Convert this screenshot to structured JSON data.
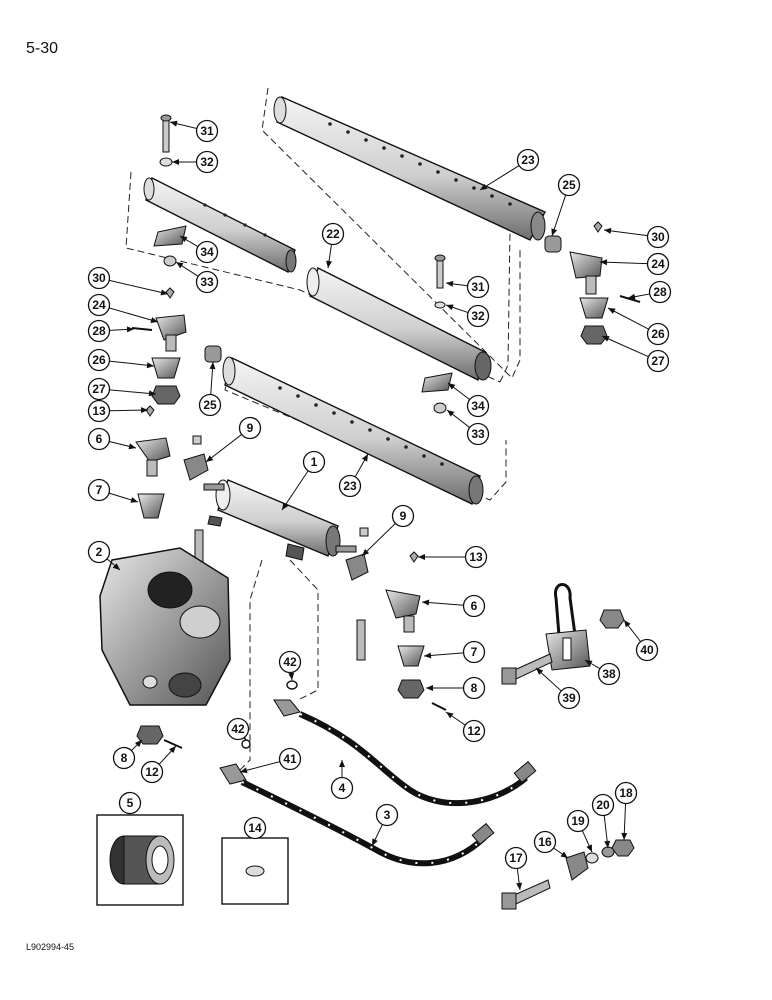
{
  "page_number": "5-30",
  "figure_code": "L902994-45",
  "callouts": [
    "31",
    "32",
    "23",
    "25",
    "30",
    "22",
    "34",
    "33",
    "30",
    "24",
    "31",
    "28",
    "24",
    "32",
    "28",
    "26",
    "26",
    "27",
    "27",
    "25",
    "34",
    "13",
    "33",
    "9",
    "6",
    "1",
    "23",
    "7",
    "9",
    "13",
    "2",
    "6",
    "7",
    "42",
    "8",
    "40",
    "38",
    "39",
    "42",
    "12",
    "41",
    "8",
    "12",
    "4",
    "5",
    "3",
    "14",
    "18",
    "20",
    "19",
    "16",
    "17"
  ]
}
